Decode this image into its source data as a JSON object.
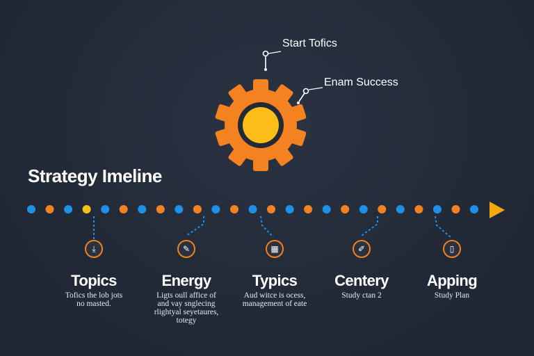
{
  "title": "Strategy Imeline",
  "callouts": [
    {
      "label": "Start Tofics"
    },
    {
      "label": "Enam Success"
    }
  ],
  "colors": {
    "background": "#232a37",
    "orange": "#f58220",
    "blue": "#1e90e8",
    "yellow": "#f6c21a",
    "gear_center": "#fbbd18"
  },
  "timeline": {
    "dot_pattern": [
      "blue",
      "orange",
      "blue",
      "yellow",
      "blue",
      "orange",
      "blue",
      "orange",
      "blue",
      "orange",
      "blue",
      "orange",
      "blue",
      "orange",
      "blue",
      "orange",
      "blue",
      "orange",
      "blue",
      "orange",
      "blue",
      "orange",
      "blue",
      "orange",
      "blue"
    ],
    "arrow": "right"
  },
  "milestones": [
    {
      "icon": "download-icon",
      "glyph": "⤓",
      "title": "Topics",
      "desc": [
        "Tofics the lob jots",
        "no masted."
      ]
    },
    {
      "icon": "pen-icon",
      "glyph": "✎",
      "title": "Energy",
      "desc": [
        "Ligts oull affice of",
        "and vay snglecing",
        "rlightyal seyetaures,",
        "totegy"
      ]
    },
    {
      "icon": "grid-icon",
      "glyph": "▦",
      "title": "Typics",
      "desc": [
        "Aud witce is ocess,",
        "management of eate"
      ]
    },
    {
      "icon": "pencil-icon",
      "glyph": "✐",
      "title": "Centery",
      "desc": [
        "Study ctan 2"
      ]
    },
    {
      "icon": "phone-icon",
      "glyph": "▯",
      "title": "Apping",
      "desc": [
        "Study Plan"
      ]
    }
  ]
}
